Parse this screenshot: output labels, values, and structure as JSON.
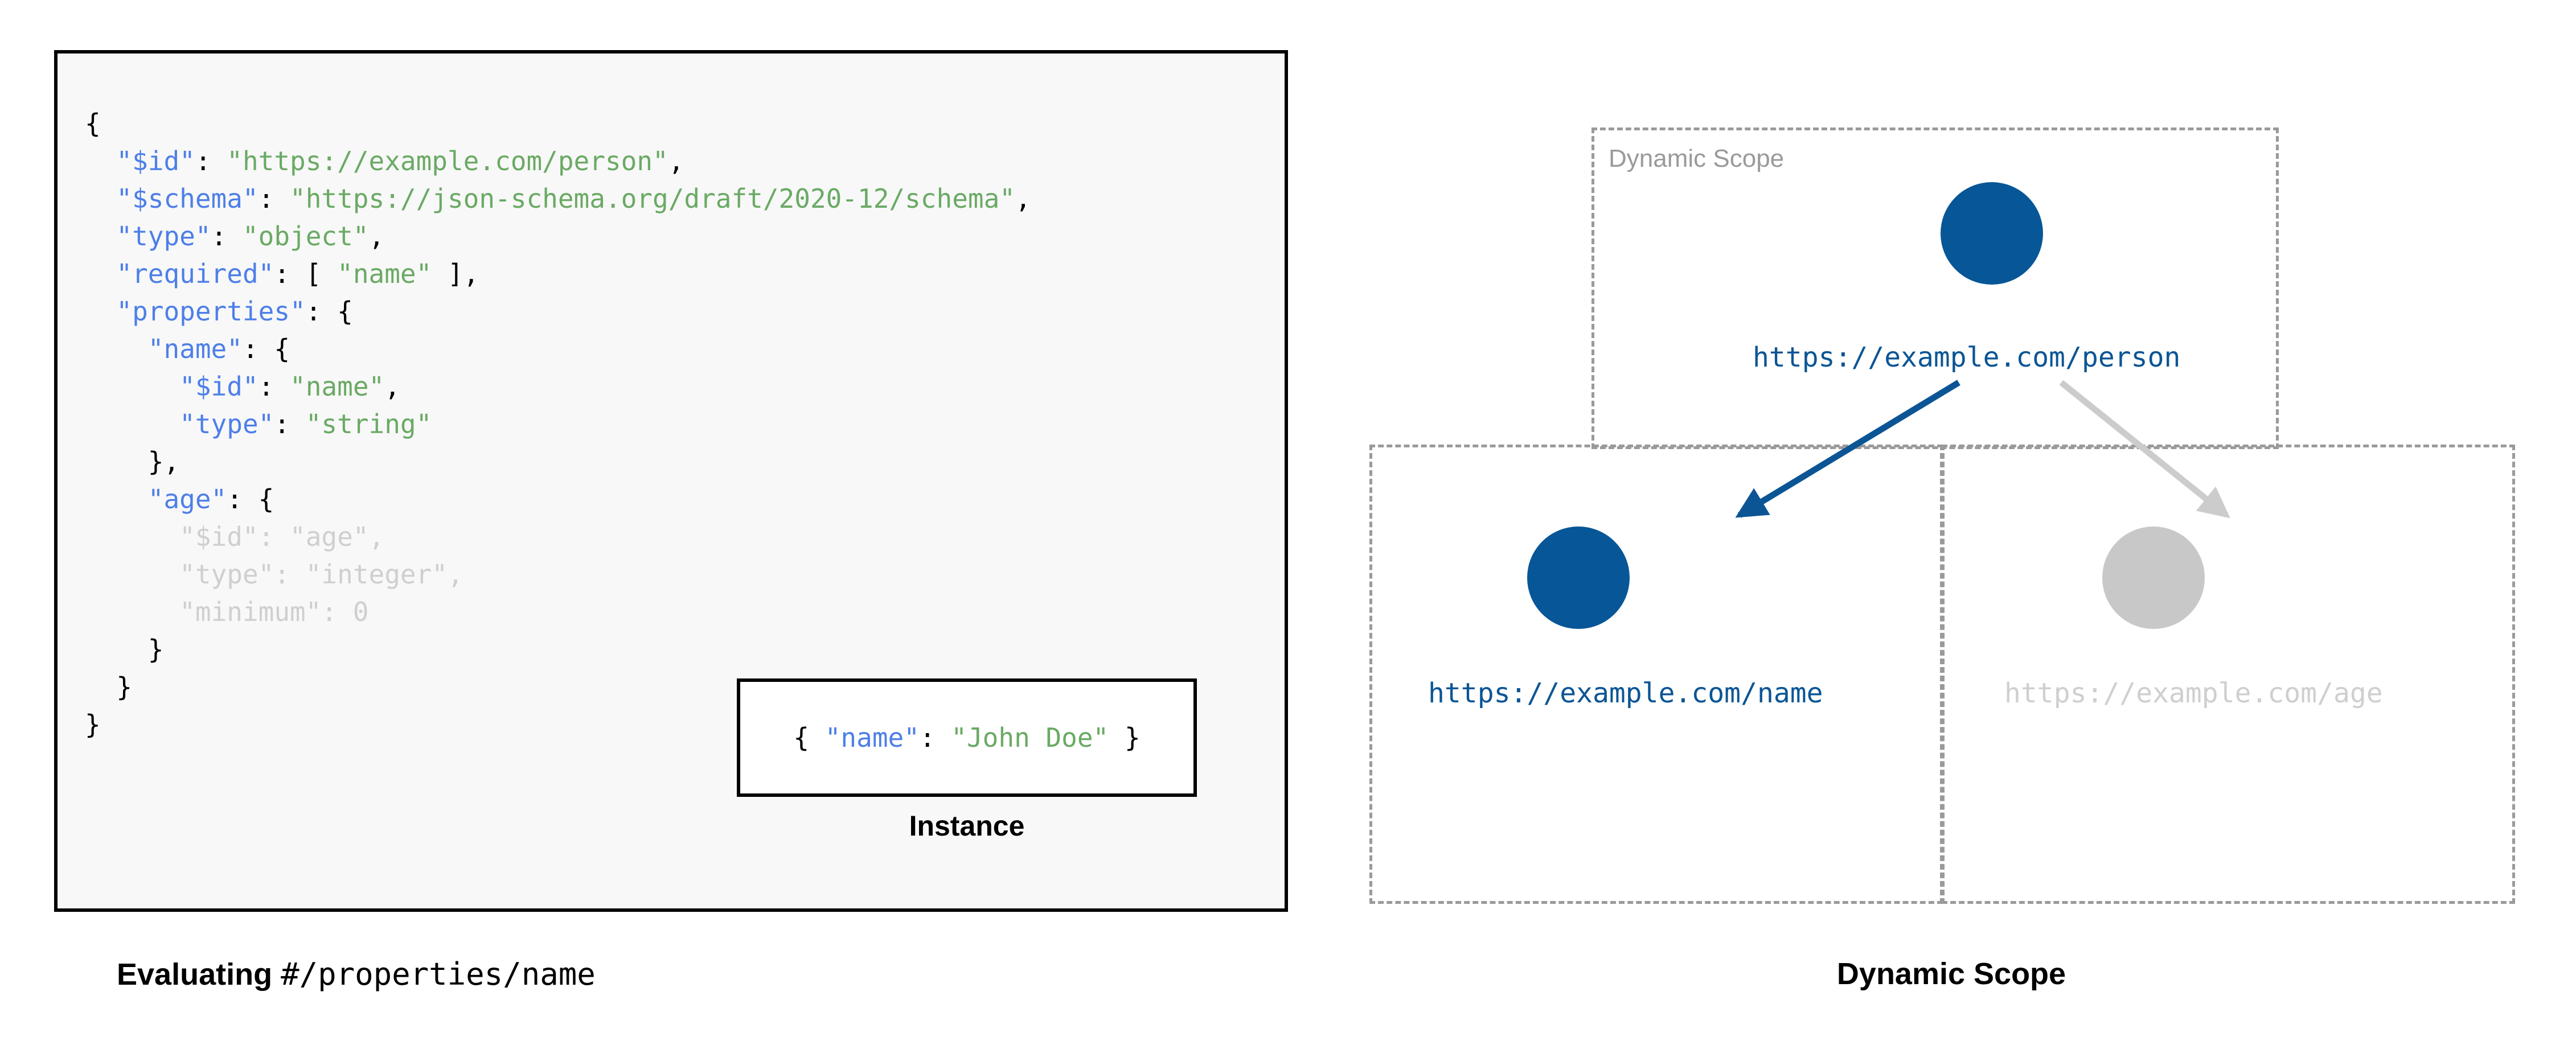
{
  "left": {
    "schema_code_lines": [
      {
        "indent": 0,
        "dim": false,
        "tokens": [
          {
            "t": "punct",
            "v": "{"
          }
        ]
      },
      {
        "indent": 1,
        "dim": false,
        "tokens": [
          {
            "t": "key",
            "v": "\"$id\""
          },
          {
            "t": "punct",
            "v": ": "
          },
          {
            "t": "str",
            "v": "\"https://example.com/person\""
          },
          {
            "t": "punct",
            "v": ","
          }
        ]
      },
      {
        "indent": 1,
        "dim": false,
        "tokens": [
          {
            "t": "key",
            "v": "\"$schema\""
          },
          {
            "t": "punct",
            "v": ": "
          },
          {
            "t": "str",
            "v": "\"https://json-schema.org/draft/2020-12/schema\""
          },
          {
            "t": "punct",
            "v": ","
          }
        ]
      },
      {
        "indent": 1,
        "dim": false,
        "tokens": [
          {
            "t": "key",
            "v": "\"type\""
          },
          {
            "t": "punct",
            "v": ": "
          },
          {
            "t": "str",
            "v": "\"object\""
          },
          {
            "t": "punct",
            "v": ","
          }
        ]
      },
      {
        "indent": 1,
        "dim": false,
        "tokens": [
          {
            "t": "key",
            "v": "\"required\""
          },
          {
            "t": "punct",
            "v": ": [ "
          },
          {
            "t": "str",
            "v": "\"name\""
          },
          {
            "t": "punct",
            "v": " ],"
          }
        ]
      },
      {
        "indent": 1,
        "dim": false,
        "tokens": [
          {
            "t": "key",
            "v": "\"properties\""
          },
          {
            "t": "punct",
            "v": ": {"
          }
        ]
      },
      {
        "indent": 2,
        "dim": false,
        "tokens": [
          {
            "t": "key",
            "v": "\"name\""
          },
          {
            "t": "punct",
            "v": ": {"
          }
        ]
      },
      {
        "indent": 3,
        "dim": false,
        "tokens": [
          {
            "t": "key",
            "v": "\"$id\""
          },
          {
            "t": "punct",
            "v": ": "
          },
          {
            "t": "str",
            "v": "\"name\""
          },
          {
            "t": "punct",
            "v": ","
          }
        ]
      },
      {
        "indent": 3,
        "dim": false,
        "tokens": [
          {
            "t": "key",
            "v": "\"type\""
          },
          {
            "t": "punct",
            "v": ": "
          },
          {
            "t": "str",
            "v": "\"string\""
          }
        ]
      },
      {
        "indent": 2,
        "dim": false,
        "tokens": [
          {
            "t": "punct",
            "v": "},"
          }
        ]
      },
      {
        "indent": 2,
        "dim": false,
        "tokens": [
          {
            "t": "key",
            "v": "\"age\""
          },
          {
            "t": "punct",
            "v": ": {"
          }
        ]
      },
      {
        "indent": 3,
        "dim": true,
        "tokens": [
          {
            "t": "key",
            "v": "\"$id\""
          },
          {
            "t": "punct",
            "v": ": "
          },
          {
            "t": "str",
            "v": "\"age\""
          },
          {
            "t": "punct",
            "v": ","
          }
        ]
      },
      {
        "indent": 3,
        "dim": true,
        "tokens": [
          {
            "t": "key",
            "v": "\"type\""
          },
          {
            "t": "punct",
            "v": ": "
          },
          {
            "t": "str",
            "v": "\"integer\""
          },
          {
            "t": "punct",
            "v": ","
          }
        ]
      },
      {
        "indent": 3,
        "dim": true,
        "tokens": [
          {
            "t": "key",
            "v": "\"minimum\""
          },
          {
            "t": "punct",
            "v": ": 0"
          }
        ]
      },
      {
        "indent": 2,
        "dim": false,
        "tokens": [
          {
            "t": "punct",
            "v": "}"
          }
        ]
      },
      {
        "indent": 1,
        "dim": false,
        "tokens": [
          {
            "t": "punct",
            "v": "}"
          }
        ]
      },
      {
        "indent": 0,
        "dim": false,
        "tokens": [
          {
            "t": "punct",
            "v": "}"
          }
        ]
      }
    ],
    "instance": {
      "code_tokens": [
        {
          "t": "punct",
          "v": "{ "
        },
        {
          "t": "key",
          "v": "\"name\""
        },
        {
          "t": "punct",
          "v": ": "
        },
        {
          "t": "str",
          "v": "\"John Doe\""
        },
        {
          "t": "punct",
          "v": " }"
        }
      ],
      "caption": "Instance"
    },
    "caption_prefix": "Evaluating ",
    "caption_pointer": "#/properties/name"
  },
  "right": {
    "scope_label": "Dynamic Scope",
    "caption": "Dynamic Scope",
    "nodes": [
      {
        "id": "person",
        "label": "https://example.com/person",
        "state": "active"
      },
      {
        "id": "name",
        "label": "https://example.com/name",
        "state": "active"
      },
      {
        "id": "age",
        "label": "https://example.com/age",
        "state": "inactive"
      }
    ]
  },
  "colors": {
    "accent_blue": "#075697",
    "label_blue": "#0b5595",
    "inactive_grey": "#c8c8c8",
    "dashed_border": "#9a9a9a",
    "json_key": "#4d7fe8",
    "json_string": "#6aaa64",
    "code_background": "#f8f8f8"
  }
}
